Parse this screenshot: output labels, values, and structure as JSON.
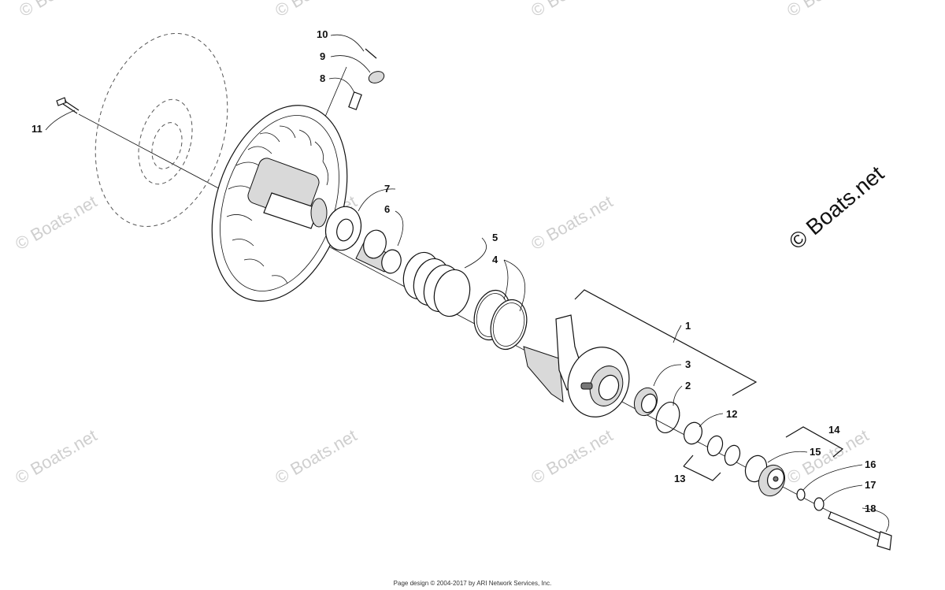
{
  "watermark": "© Boats.net",
  "brand_mark": "© Boats.net",
  "footer": "Page design © 2004-2017 by ARI Network Services, Inc.",
  "callouts": [
    "1",
    "2",
    "3",
    "4",
    "5",
    "6",
    "7",
    "8",
    "9",
    "10",
    "11",
    "12",
    "13",
    "14",
    "15",
    "16",
    "17",
    "18"
  ]
}
